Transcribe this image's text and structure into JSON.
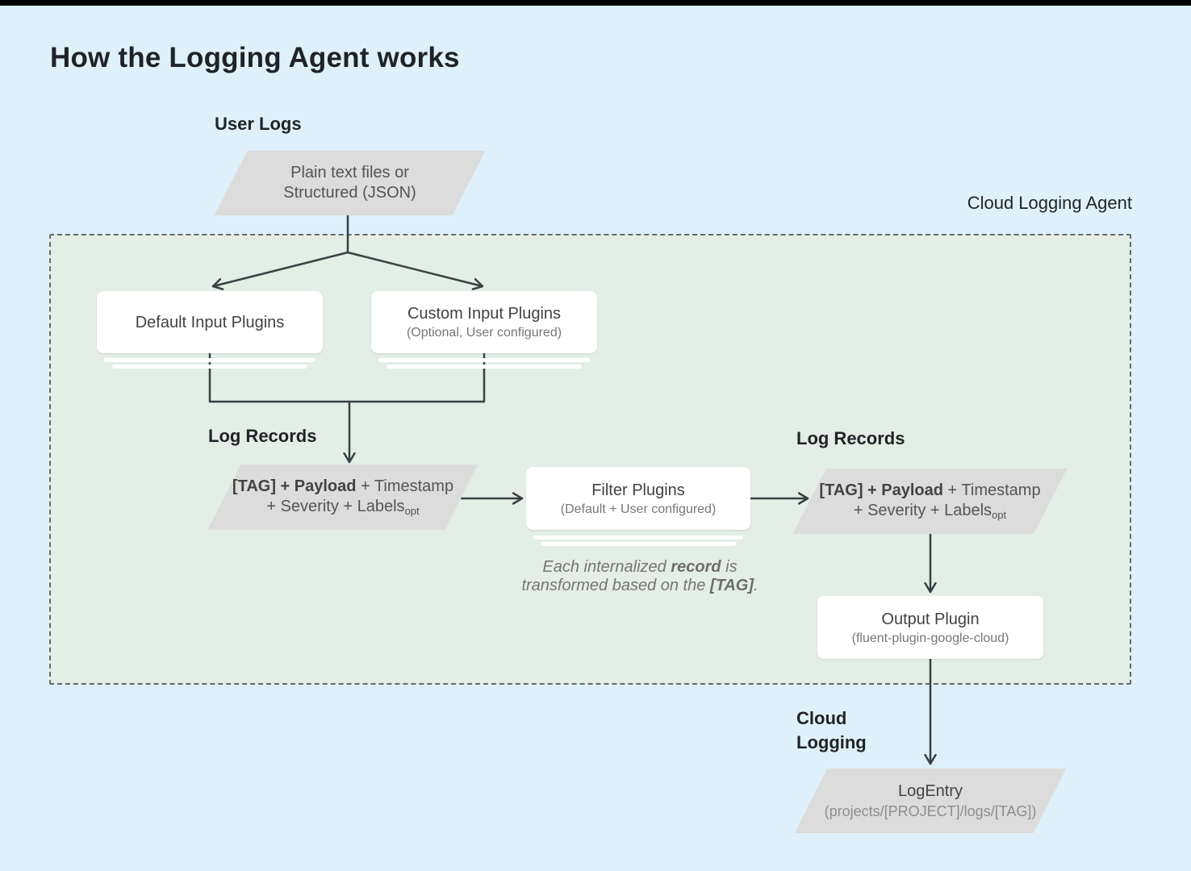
{
  "page": {
    "title": "How the Logging Agent works"
  },
  "labels": {
    "user_logs": "User Logs",
    "agent": "Cloud Logging Agent",
    "log_records_left": "Log Records",
    "log_records_right": "Log Records",
    "cloud_logging_line1": "Cloud",
    "cloud_logging_line2": "Logging"
  },
  "nodes": {
    "user_input": {
      "line1": "Plain text files or",
      "line2": "Structured (JSON)"
    },
    "default_input": {
      "title": "Default Input Plugins"
    },
    "custom_input": {
      "title": "Custom Input Plugins",
      "subtitle": "(Optional, User configured)"
    },
    "log_record": {
      "bold": "[TAG] + Payload",
      "regular": " + Timestamp",
      "line2": "+ Severity + Labels",
      "subscript": "opt"
    },
    "filter": {
      "title": "Filter Plugins",
      "subtitle": "(Default + User configured)"
    },
    "output": {
      "title": "Output Plugin",
      "subtitle": "(fluent-plugin-google-cloud)"
    },
    "log_entry": {
      "title": "LogEntry",
      "subtitle": "(projects/[PROJECT]/logs/[TAG])"
    }
  },
  "note": {
    "line1_pre": "Each internalized ",
    "line1_bold": "record",
    "line1_post": " is",
    "line2_pre": "transformed based on the ",
    "line2_bold": "[TAG]",
    "line2_post": "."
  },
  "colors": {
    "background": "#def1fa",
    "agent_container": "#e3efe6",
    "shape_gray": "#dcdcdc",
    "line": "#394043",
    "title_text": "#1f2327"
  }
}
